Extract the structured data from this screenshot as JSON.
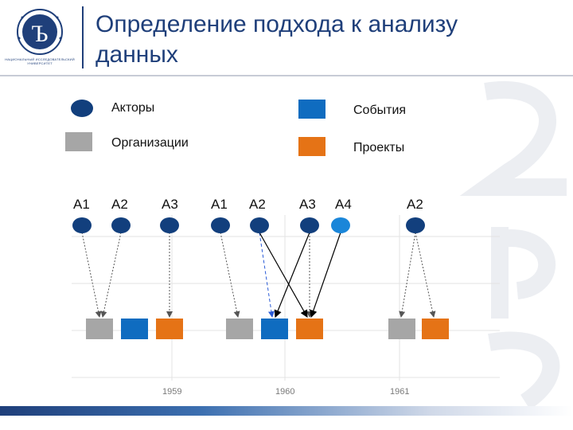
{
  "header": {
    "title": "Определение подхода к анализу данных",
    "logo_caption": "НАЦИОНАЛЬНЫЙ ИССЛЕДОВАТЕЛЬСКИЙ УНИВЕРСИТЕТ"
  },
  "legend": {
    "actors": "Акторы",
    "organizations": "Организации",
    "events": "События",
    "projects": "Проекты"
  },
  "colors": {
    "brand": "#1f3f7a",
    "actor": "#123f7d",
    "actor_highlight": "#1a86d9",
    "organization": "#a6a6a6",
    "event": "#0f6cc0",
    "project": "#e57316"
  },
  "diagram": {
    "actor_labels": [
      "A1",
      "A2",
      "A3",
      "A1",
      "A2",
      "A3",
      "A4",
      "A2"
    ],
    "years": [
      "1959",
      "1960",
      "1961"
    ]
  }
}
